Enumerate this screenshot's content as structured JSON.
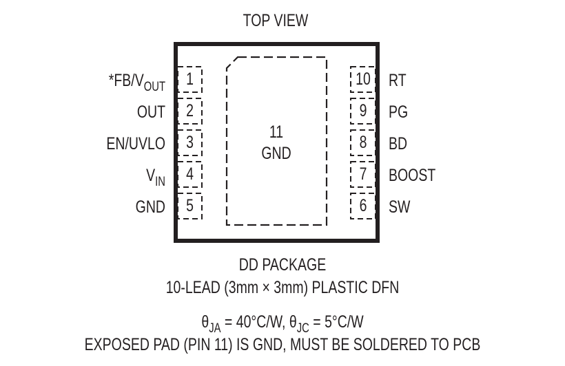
{
  "title": "TOP VIEW",
  "package": {
    "outline_color": "#231f20",
    "exposed_pad": {
      "number": "11",
      "label": "GND"
    }
  },
  "left_pins": [
    {
      "number": "1",
      "name_main": "*FB/V",
      "name_sub": "OUT"
    },
    {
      "number": "2",
      "name_main": "OUT",
      "name_sub": ""
    },
    {
      "number": "3",
      "name_main": "EN/UVLO",
      "name_sub": ""
    },
    {
      "number": "4",
      "name_main": "V",
      "name_sub": "IN"
    },
    {
      "number": "5",
      "name_main": "GND",
      "name_sub": ""
    }
  ],
  "right_pins": [
    {
      "number": "10",
      "name": "RT"
    },
    {
      "number": "9",
      "name": "PG"
    },
    {
      "number": "8",
      "name": "BD"
    },
    {
      "number": "7",
      "name": "BOOST"
    },
    {
      "number": "6",
      "name": "SW"
    }
  ],
  "caption": {
    "line1": "DD PACKAGE",
    "line2": "10-LEAD (3mm × 3mm) PLASTIC DFN",
    "thermal": {
      "theta_symbol": "θ",
      "ja_sub": "JA",
      "ja_value": " = 40°C/W, ",
      "jc_sub": "JC",
      "jc_value": " = 5°C/W"
    },
    "line4": "EXPOSED PAD (PIN 11) IS GND, MUST BE SOLDERED TO PCB"
  }
}
